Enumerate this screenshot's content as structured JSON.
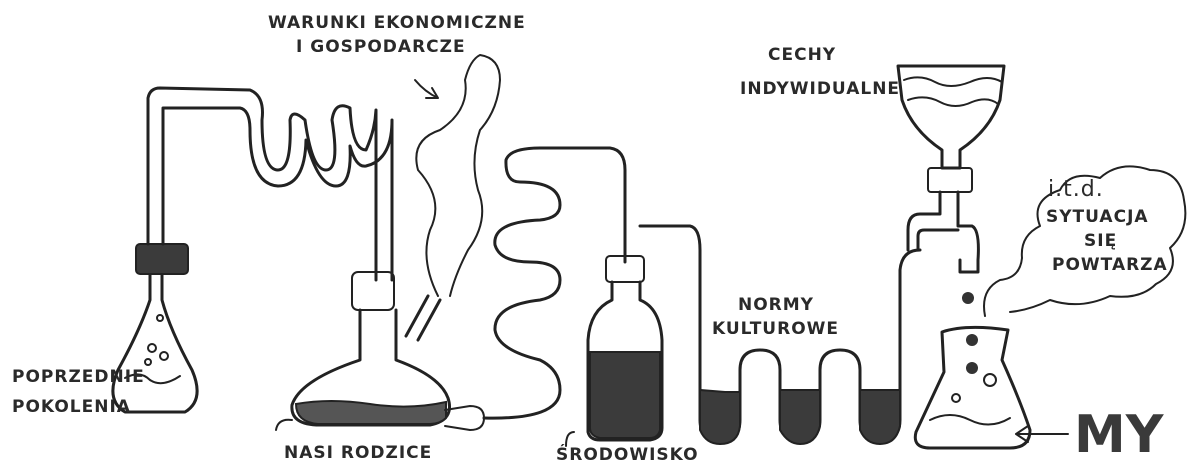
{
  "labels": {
    "economic_line1": "WARUNKI EKONOMICZNE",
    "economic_line2": "I GOSPODARCZE",
    "individual_line1": "CECHY",
    "individual_line2": "INDYWIDUALNE",
    "repeat_line1": "i.t.d.",
    "repeat_line2": "SYTUACJA",
    "repeat_line3": "SIĘ",
    "repeat_line4": "POWTARZA",
    "norms_line1": "NORMY",
    "norms_line2": "KULTUROWE",
    "previous_line1": "POPRZEDNIE",
    "previous_line2": "POKOLENIA",
    "parents": "NASI RODZICE",
    "environment": "ŚRODOWISKO",
    "us": "MY"
  }
}
